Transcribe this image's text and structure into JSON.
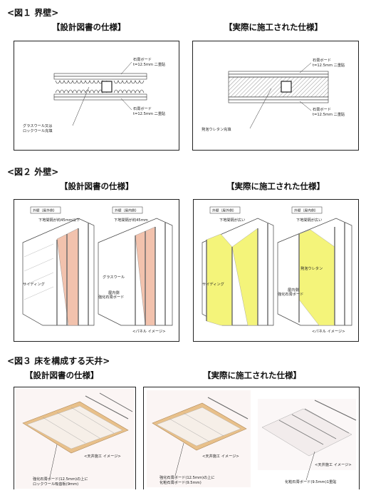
{
  "section1": {
    "title": "<図１ 界壁>",
    "left_caption": "【設計図書の仕様】",
    "right_caption": "【実際に施工された仕様】",
    "left_labels": {
      "top_board_a": "石膏ボード",
      "top_board_b": "t=12.5mm 二重貼",
      "bottom_board_a": "石膏ボード",
      "bottom_board_b": "t=12.5mm 二重貼",
      "insulation_a": "グラスウール又は",
      "insulation_b": "ロックウール充填"
    },
    "right_labels": {
      "top_board_a": "石膏ボード",
      "top_board_b": "t=12.5mm 二重貼",
      "bottom_board_a": "石膏ボード",
      "bottom_board_b": "t=12.5mm 二重貼",
      "foam": "発泡ウレタン充填"
    }
  },
  "section2": {
    "title": "<図２ 外壁>",
    "left_caption": "【設計図書の仕様】",
    "right_caption": "【実際に施工された仕様】",
    "header_outdoor": "外壁（屋外側）",
    "header_indoor": "外壁（屋内側）",
    "left_labels": {
      "base_gap": "下地間隔が約45mm以下",
      "siding": "サイディング",
      "base_gap2": "下地間隔が約45mm",
      "glass_wool": "グラスウール",
      "indoor_a": "屋内側",
      "indoor_b": "強化石膏ボード",
      "note": "<パネル イメージ>"
    },
    "right_labels": {
      "base_gap": "下地間隔が広い",
      "siding": "サイディング",
      "base_gap2": "下地間隔が広い",
      "foam": "発泡ウレタン",
      "indoor_a": "屋内側",
      "indoor_b": "強化石膏ボード",
      "note": "<パネル イメージ>"
    }
  },
  "section3": {
    "title": "<図３ 床を構成する天井>",
    "left_caption": "【設計図書の仕様】",
    "right_caption": "【実際に施工された仕様】",
    "left_labels": {
      "image_note": "<天井施工 イメージ>",
      "board_a": "強化石膏ボード(12.5mm)の上に",
      "board_b": "ロックウール吸音板(9mm)"
    },
    "right_labels": {
      "image_note_a": "<天井施工 イメージ>",
      "image_note_b": "<天井施工 イメージ>",
      "board_a": "強化石膏ボード(12.5mm)の上に",
      "board_b": "化粧石膏ボード(9.5mm)",
      "board_c": "化粧石膏ボード(9.5mm)1重貼"
    }
  },
  "colors": {
    "insulation_pink": "#f2c2ad",
    "foam_yellow": "#f4f47a",
    "ceiling_tan": "#e8c08a",
    "frame": "#222222"
  }
}
